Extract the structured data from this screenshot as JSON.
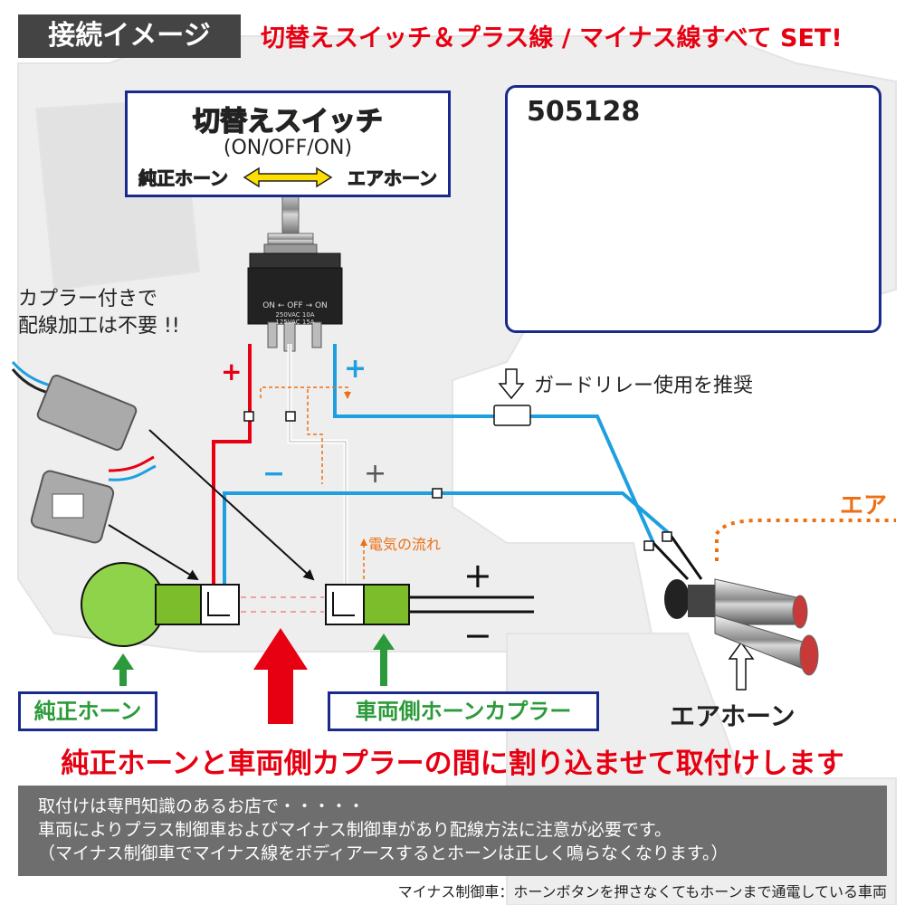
{
  "header": {
    "badge": "接続イメージ",
    "set_title": "切替えスイッチ＆プラス線 / マイナス線すべて SET!"
  },
  "switch_box": {
    "title": "切替えスイッチ",
    "subtitle": "(ON/OFF/ON)",
    "left_label": "純正ホーン",
    "right_label": "エアホーン"
  },
  "switch_body": {
    "top_line": "ON ← OFF → ON",
    "spec_line1": "250VAC    10A",
    "spec_line2": "125VAC    15A"
  },
  "product": {
    "code": "505128"
  },
  "notes": {
    "coupler": "カプラー付きで\n配線加工は不要 !!",
    "guard_relay": "ガードリレー使用を推奨",
    "current_flow": "電気の流れ",
    "air": "エア"
  },
  "wire_labels": {
    "plus_red": "+",
    "plus_blue": "+",
    "minus_blue": "−",
    "plus_white": "+",
    "big_plus": "+",
    "big_minus": "−"
  },
  "labels": {
    "stock_horn": "純正ホーン",
    "vehicle_coupler": "車両側ホーンカプラー",
    "air_horn": "エアホーン"
  },
  "install_message": "純正ホーンと車両側カプラーの間に割り込ませて取付けします",
  "caution": {
    "line1": "取付けは専門知識のあるお店で・・・・・",
    "line2": "車両によりプラス制御車およびマイナス制御車があり配線方法に注意が必要です。",
    "line3": "（マイナス制御車でマイナス線をボディアースするとホーンは正しく鳴らなくなります。）"
  },
  "footnote": "マイナス制御車：ホーンボタンを押さなくてもホーンまで通電している車両",
  "colors": {
    "red_wire": "#e60012",
    "blue_wire": "#1ea0e0",
    "coupler_green": "#7bbd2a",
    "horn_green": "#8fd34a",
    "frame_blue": "#1a2a8c",
    "air_orange": "#ee6e12",
    "arrow_green": "#2c9a3a"
  }
}
